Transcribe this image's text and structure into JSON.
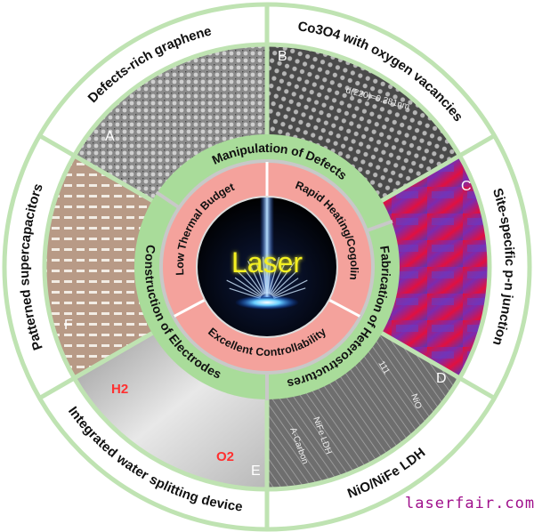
{
  "center": {
    "label": "Laser"
  },
  "outer_ring": [
    {
      "id": "A",
      "label": "Defects-rich graphene"
    },
    {
      "id": "B",
      "label": "Co3O4 with oxygen vacancies"
    },
    {
      "id": "C",
      "label": "Site-specific p-n junction"
    },
    {
      "id": "D",
      "label": "NiO/NiFe LDH"
    },
    {
      "id": "E",
      "label": "Integrated water splitting device"
    },
    {
      "id": "F",
      "label": "Patterned supercapacitors"
    }
  ],
  "green_ring": [
    {
      "label": "Manipulation of Defects"
    },
    {
      "label": "Fabrication of Heterostructures"
    },
    {
      "label": "Construction of Electrodes"
    }
  ],
  "pink_ring": [
    {
      "label": "Low Thermal Budget"
    },
    {
      "label": "Rapid Heating/Cogolin"
    },
    {
      "label": "Excellent Controllability"
    }
  ],
  "annotations": {
    "b_spacing": "d(220)=0.281nm",
    "d_plane": "111",
    "d_nio": "NiO",
    "d_nife": "NiFe LDH",
    "d_carbon": "A-Carbon",
    "e_h2": "H2",
    "e_o2": "O2"
  },
  "watermark": "laserfair.com",
  "colors": {
    "green": "#a9dc9a",
    "green_border": "#bfe3b2",
    "pink": "#f4a29c",
    "divider": "#c8c8c8",
    "watermark": "#a0108c"
  }
}
